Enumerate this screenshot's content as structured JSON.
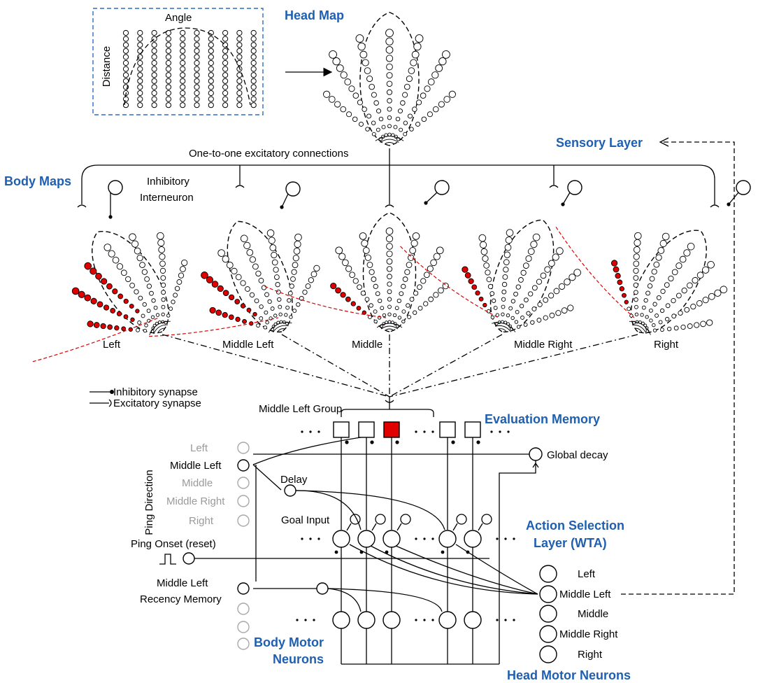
{
  "colors": {
    "accent_blue": "#1f5fb0",
    "active_red": "#e00000",
    "inactive_gray": "#9a9a9a"
  },
  "sensory_grid": {
    "angle_label": "Angle",
    "distance_label": "Distance"
  },
  "head_map": {
    "title": "Head Map"
  },
  "sensory_layer": {
    "title": "Sensory Layer"
  },
  "one_to_one_label": "One-to-one excitatory connections",
  "body_maps": {
    "title": "Body Maps",
    "inhibitory_interneuron": [
      "Inhibitory",
      "Interneuron"
    ],
    "maps": [
      {
        "label": "Left",
        "active_rays": 3
      },
      {
        "label": "Middle Left",
        "active_rays": 2
      },
      {
        "label": "Middle",
        "active_rays": 1
      },
      {
        "label": "Middle Right",
        "active_rays": 1
      },
      {
        "label": "Right",
        "active_rays": 1
      }
    ]
  },
  "legend": {
    "inhibitory": "Inhibitory synapse",
    "excitatory": "Excitatory synapse"
  },
  "evaluation_memory": {
    "title": "Evaluation Memory",
    "group_label": "Middle Left Group",
    "global_decay": "Global decay"
  },
  "ping_direction": {
    "title": "Ping Direction",
    "items": [
      {
        "label": "Left",
        "active": false
      },
      {
        "label": "Middle Left",
        "active": true
      },
      {
        "label": "Middle",
        "active": false
      },
      {
        "label": "Middle Right",
        "active": false
      },
      {
        "label": "Right",
        "active": false
      }
    ]
  },
  "delay_label": "Delay",
  "goal_input_label": "Goal Input",
  "ping_onset_label": "Ping Onset (reset)",
  "recency_memory": [
    "Middle Left",
    "Recency Memory"
  ],
  "action_selection": {
    "title": [
      "Action Selection",
      "Layer (WTA)"
    ]
  },
  "body_motor": {
    "title": [
      "Body Motor",
      "Neurons"
    ]
  },
  "head_motor": {
    "title": "Head Motor Neurons",
    "items": [
      "Left",
      "Middle Left",
      "Middle",
      "Middle Right",
      "Right"
    ]
  }
}
